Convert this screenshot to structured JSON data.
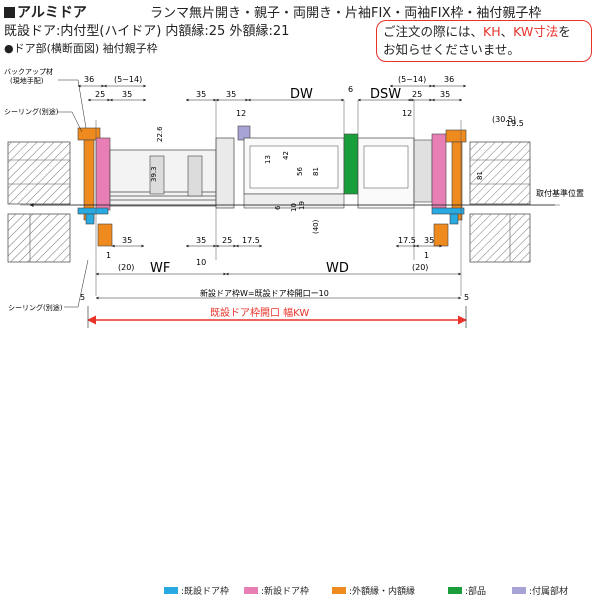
{
  "header": {
    "title": "アルミドア",
    "subtitle": "ランマ無片開き・親子・両開き・片袖FIX・両袖FIX枠・袖付親子枠",
    "existing_door": "既設ドア:内付型(ハイドア) 内額縁:25 外額縁:21",
    "section_label": "●ドア部(横断面図) 袖付親子枠"
  },
  "notice": {
    "line1_a": "ご注文の際には、",
    "line1_b": "KH",
    "line1_c": "、",
    "line1_d": "KW寸法",
    "line1_e": "を",
    "line2": "お知らせくださいませ。"
  },
  "labels": {
    "backup": "バックアップ材",
    "backup_sub": "(現地手配)",
    "sealing_top": "シーリング(別途)",
    "sealing_bottom": "シーリング(別途)",
    "mount_ref": "取付基準位置",
    "wf": "WF",
    "wd": "WD",
    "dw": "DW",
    "dsw": "DSW",
    "formula": "新設ドア枠W=既設ドア枠開口ー10",
    "opening": "既設ドア枠開口 幅KW"
  },
  "dims": {
    "d36_l": "36",
    "d5_14_l": "(5~14)",
    "d25_l": "25",
    "d35_l": "35",
    "d35_a": "35",
    "d35_b": "35",
    "d12_l": "12",
    "d6": "6",
    "d5_14_r": "(5~14)",
    "d36_r": "36",
    "d25_r": "25",
    "d35_r": "35",
    "d12_r": "12",
    "d30_5": "(30.5)",
    "d19_5": "19.5",
    "d22_6": "22.6",
    "d39_3": "39.3",
    "d13": "13",
    "d42": "42",
    "d56": "56",
    "d81_m": "81",
    "d81_r": "81",
    "d6_v": "6",
    "d10_v": "10",
    "d19_v": "19",
    "d40": "(40)",
    "b35_l": "35",
    "b35_m": "35",
    "b25_m": "25",
    "b17_5_m": "17.5",
    "b17_5_r": "17.5",
    "b35_r": "35",
    "b1_l": "1",
    "b20_l": "(20)",
    "b10": "10",
    "b1_r": "1",
    "b20_r": "(20)",
    "b5_l": "5",
    "b5_r": "5"
  },
  "legend": [
    {
      "label": ":既設ドア枠",
      "color": "#29a9e1"
    },
    {
      "label": ":新設ドア枠",
      "color": "#e87fb4"
    },
    {
      "label": ":外額縁・内額縁",
      "color": "#ef8a1f"
    },
    {
      "label": ":部品",
      "color": "#1a9e3b"
    },
    {
      "label": ":付属部材",
      "color": "#a7a3d6"
    }
  ],
  "colors": {
    "existing_frame": "#29a9e1",
    "new_frame": "#e87fb4",
    "trim": "#ef8a1f",
    "part": "#1a9e3b",
    "accessory": "#a7a3d6",
    "accent_red": "#e8332a"
  }
}
